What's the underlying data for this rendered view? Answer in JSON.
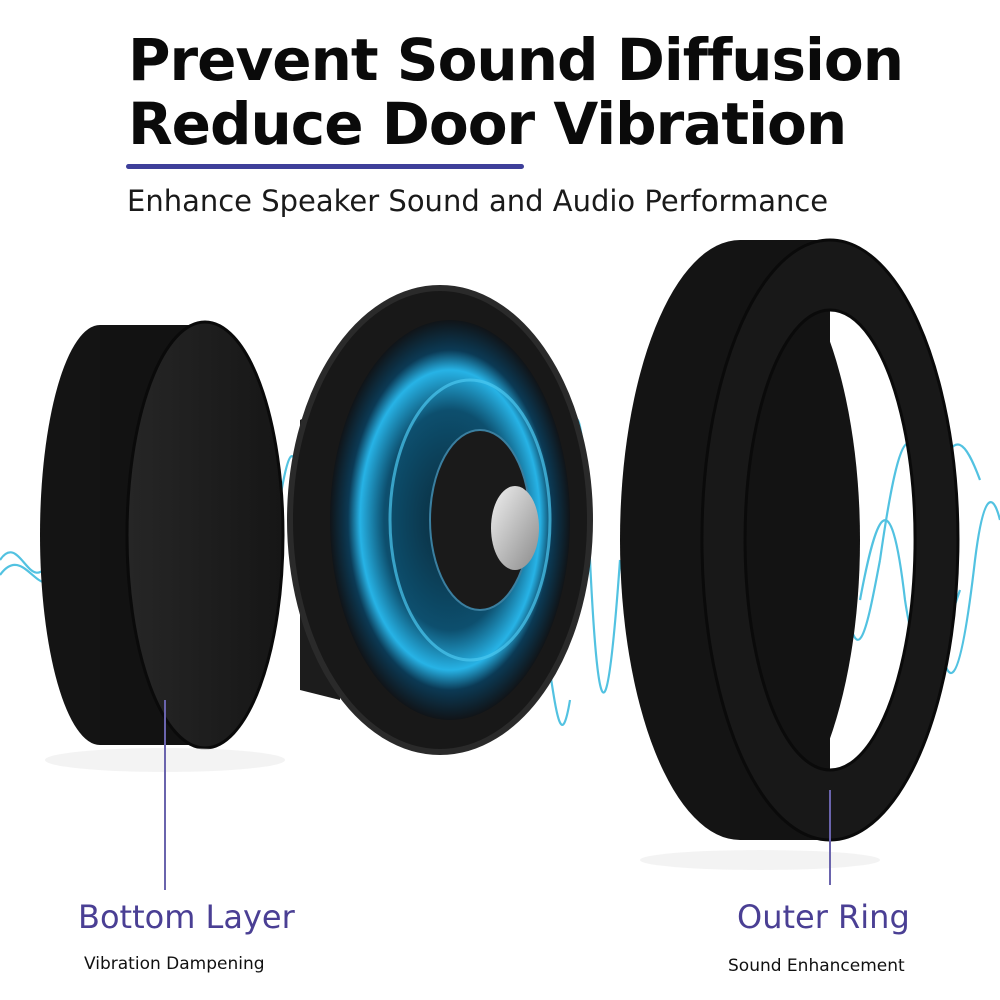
{
  "header": {
    "line1": "Prevent Sound Diffusion",
    "line2": "Reduce Door Vibration",
    "subtitle": "Enhance Speaker Sound and Audio Performance"
  },
  "callouts": {
    "left": {
      "title": "Bottom Layer",
      "subtitle": "Vibration Dampening"
    },
    "right": {
      "title": "Outer Ring",
      "subtitle": "Sound Enhancement"
    }
  },
  "colors": {
    "accent": "#3e3f9a",
    "callout_title": "#4a3f94",
    "wave": "#35b8dc",
    "foam": "#111111",
    "speaker_glow": "#1fa9e0"
  },
  "icons": [
    "foam-disc-icon",
    "speaker-icon",
    "foam-ring-icon",
    "sound-wave-icon"
  ]
}
